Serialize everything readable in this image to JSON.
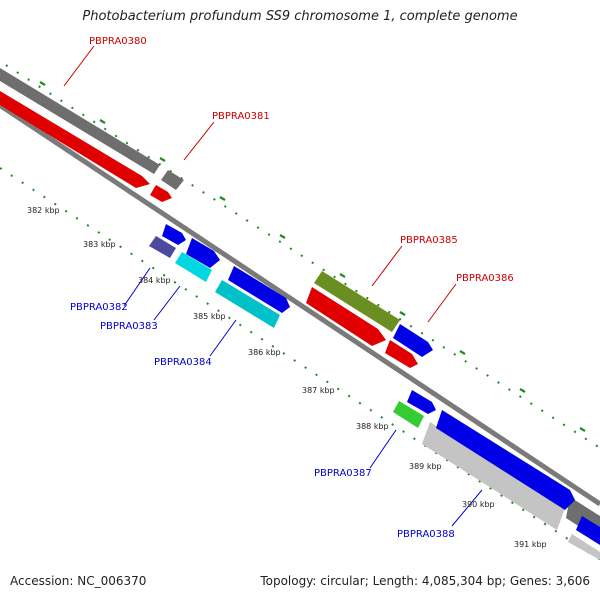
{
  "title": "Photobacterium profundum SS9 chromosome 1, complete genome",
  "footer": {
    "accession_label": "Accession:",
    "accession": "NC_006370",
    "topology_label": "Topology:",
    "topology": "circular",
    "length_label": "Length:",
    "length": "4,085,304 bp",
    "genes_label": "Genes:",
    "genes": "3,606"
  },
  "ticks": [
    "382 kbp",
    "383 kbp",
    "384 kbp",
    "385 kbp",
    "386 kbp",
    "387 kbp",
    "388 kbp",
    "389 kbp",
    "390 kbp",
    "391 kbp"
  ],
  "genes": [
    {
      "id": "PBPRA0380",
      "color": "#cc0000"
    },
    {
      "id": "PBPRA0381",
      "color": "#cc0000"
    },
    {
      "id": "PBPRA0382",
      "color": "#0000cc"
    },
    {
      "id": "PBPRA0383",
      "color": "#0000cc"
    },
    {
      "id": "PBPRA0384",
      "color": "#0000cc"
    },
    {
      "id": "PBPRA0385",
      "color": "#cc0000"
    },
    {
      "id": "PBPRA0386",
      "color": "#cc0000"
    },
    {
      "id": "PBPRA0387",
      "color": "#0000cc"
    },
    {
      "id": "PBPRA0388",
      "color": "#0000cc"
    }
  ],
  "colors": {
    "forward": "#e00000",
    "reverse": "#0000e6",
    "cyan": "#00c8c8",
    "gray": "#6e6e6e",
    "light_gray": "#c4c4c4",
    "olive": "#6b8e23",
    "green": "#33cc33",
    "slate": "#4a4a9e",
    "backbone": "#777777",
    "tick_dots": "#1e8c1e"
  }
}
